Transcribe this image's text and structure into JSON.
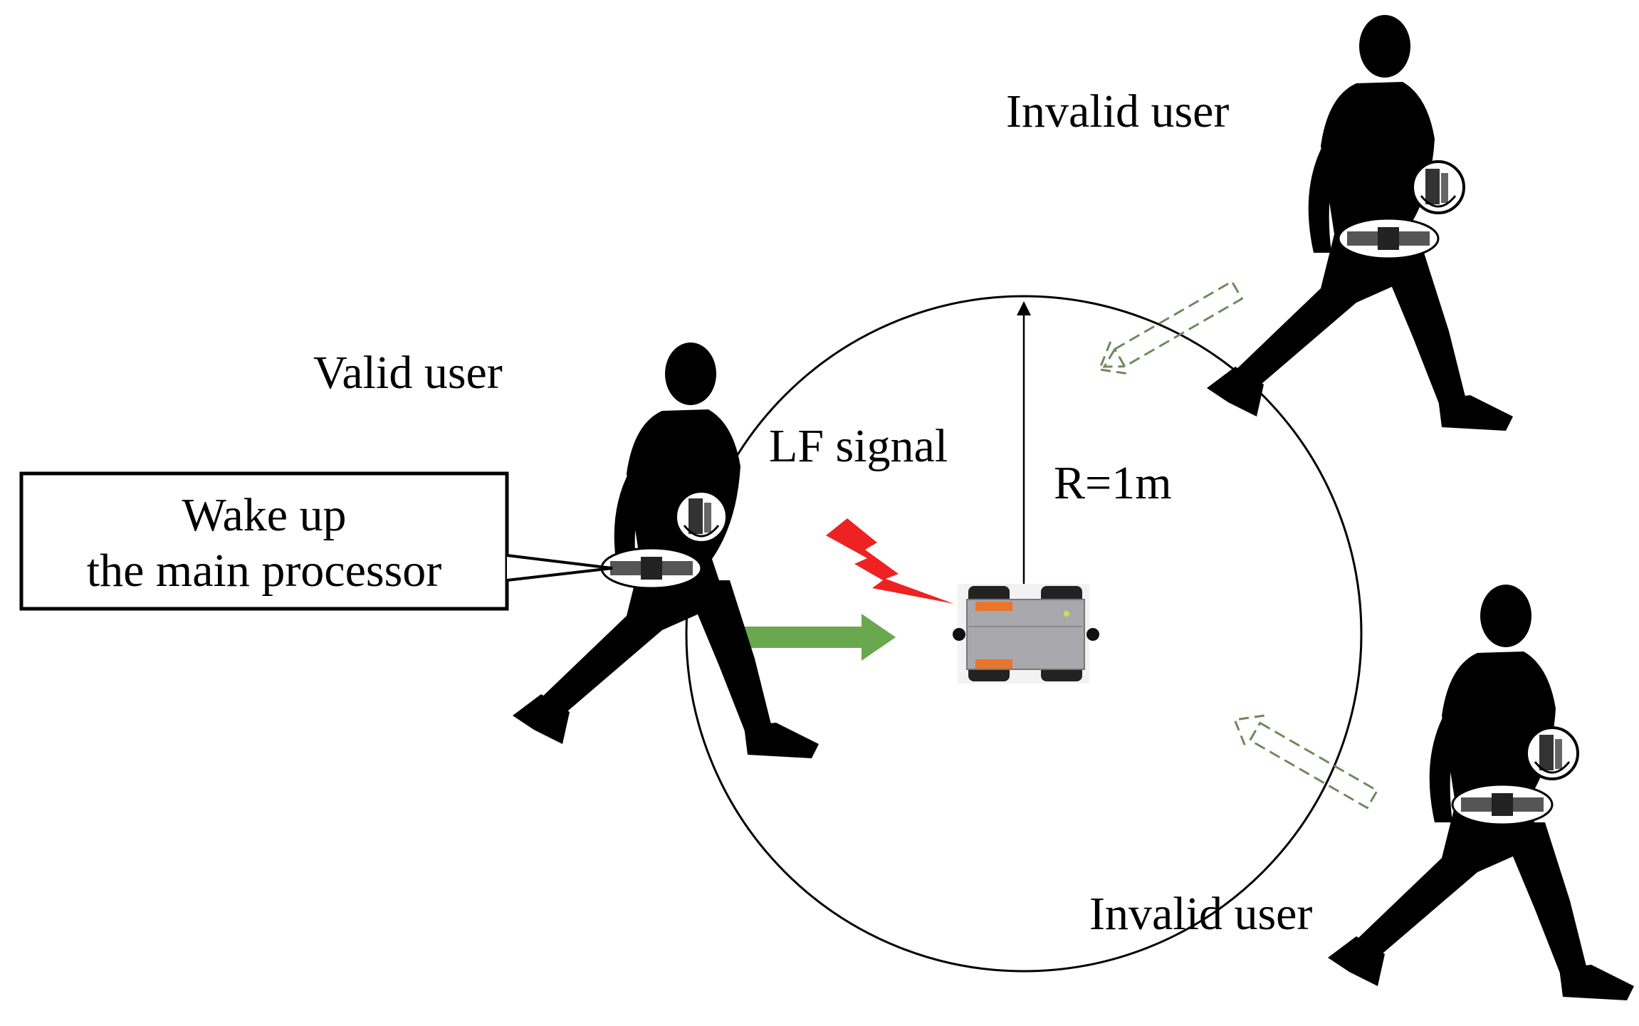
{
  "labels": {
    "valid_user": "Valid user",
    "invalid_user_top": "Invalid user",
    "invalid_user_bottom": "Invalid user",
    "lf_signal": "LF signal",
    "radius": "R=1m",
    "callout_line1": "Wake up",
    "callout_line2": "the main processor"
  },
  "colors": {
    "signal_bolt": "#ee2222",
    "approach_arrow": "#6aa84f",
    "dashed_arrow": "#6b8a5b",
    "robot_body": "#a9a9ad",
    "robot_accent": "#e8762d",
    "silhouette": "#000000"
  }
}
